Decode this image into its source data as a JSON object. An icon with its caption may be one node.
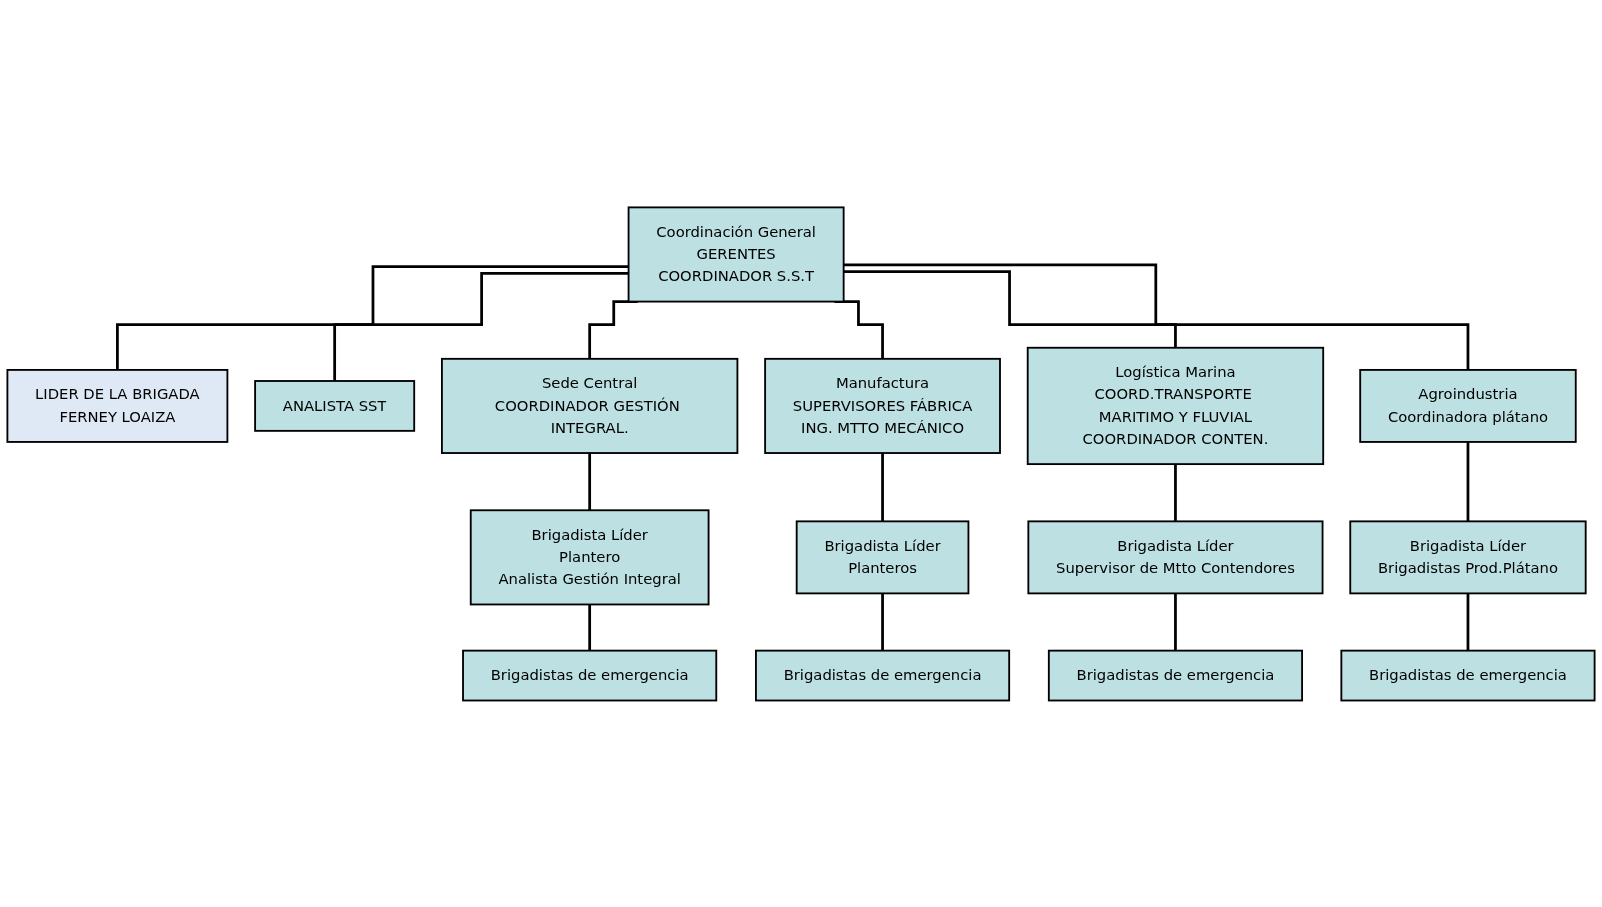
{
  "diagram": {
    "nodes": [
      {
        "text": [
          "Coordinación General",
          "GERENTES",
          "COORDINADOR S.S.T"
        ]
      },
      {
        "text": [
          "LIDER DE LA BRIGADA",
          "FERNEY LOAIZA"
        ]
      },
      {
        "text": [
          "ANALISTA SST"
        ]
      },
      {
        "text": [
          "Sede Central",
          "COORDINADOR GESTIÓN INTEGRAL."
        ]
      },
      {
        "text": [
          "Manufactura",
          "SUPERVISORES FÁBRICA",
          "ING. MTTO MECÁNICO"
        ]
      },
      {
        "text": [
          "Logística Marina",
          "COORD.TRANSPORTE MARITIMO Y FLUVIAL",
          "COORDINADOR CONTEN."
        ]
      },
      {
        "text": [
          "Agroindustria",
          "Coordinadora plátano"
        ]
      },
      {
        "text": [
          "Brigadista Líder",
          "Plantero",
          "Analista Gestión Integral"
        ]
      },
      {
        "text": [
          "Brigadista Líder",
          "Planteros"
        ]
      },
      {
        "text": [
          "Brigadista Líder",
          "Supervisor de Mtto Contendores"
        ]
      },
      {
        "text": [
          "Brigadista Líder",
          "Brigadistas Prod.Plátano"
        ]
      },
      {
        "text": [
          "Brigadistas de emergencia"
        ]
      },
      {
        "text": [
          "Brigadistas de emergencia"
        ]
      },
      {
        "text": [
          "Brigadistas de emergencia"
        ]
      },
      {
        "text": [
          "Brigadistas de emergencia"
        ]
      }
    ],
    "edges": [
      {
        "from": 0,
        "to": 1,
        "arrow": "none"
      },
      {
        "from": 0,
        "to": 2,
        "arrow": "none"
      },
      {
        "from": 0,
        "to": 3,
        "arrow": "none"
      },
      {
        "from": 0,
        "to": 4,
        "arrow": "none"
      },
      {
        "from": 0,
        "to": 5,
        "arrow": "none"
      },
      {
        "from": 0,
        "to": 6,
        "arrow": "none"
      },
      {
        "from": 3,
        "to": 7,
        "arrow": "none"
      },
      {
        "from": 4,
        "to": 8,
        "arrow": "none"
      },
      {
        "from": 5,
        "to": 9,
        "arrow": "none"
      },
      {
        "from": 6,
        "to": 10,
        "arrow": "none"
      },
      {
        "from": 7,
        "to": 11,
        "arrow": "none"
      },
      {
        "from": 8,
        "to": 12,
        "arrow": "none"
      },
      {
        "from": 9,
        "to": 13,
        "arrow": "none"
      },
      {
        "from": 10,
        "to": 14,
        "arrow": "none"
      }
    ]
  }
}
